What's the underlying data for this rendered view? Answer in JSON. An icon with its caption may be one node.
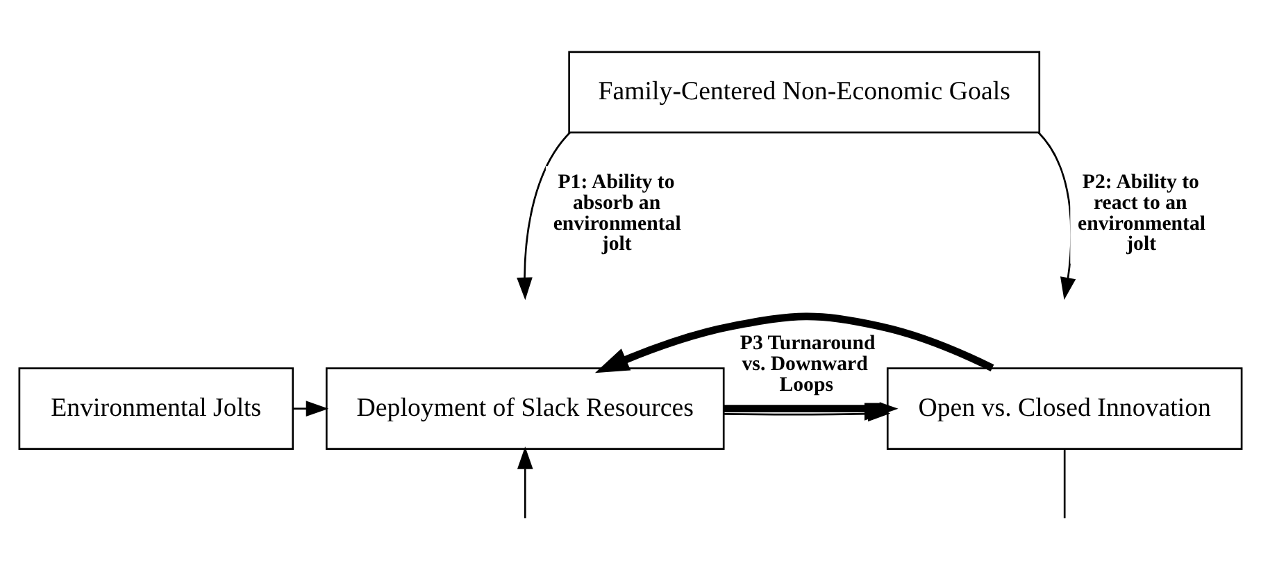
{
  "diagram": {
    "nodes": [
      {
        "text": [
          "Family-Centered Non-Economic Goals"
        ]
      },
      {
        "text": [
          "Environmental Jolts"
        ]
      },
      {
        "text": [
          "Deployment of Slack Resources"
        ]
      },
      {
        "text": [
          "Open vs. Closed Innovation"
        ]
      }
    ],
    "edges": [
      {
        "from": 1,
        "to": 2,
        "arrow": "to"
      },
      {
        "from": 0,
        "to": null,
        "arrow": "to",
        "label": "P1: Ability to absorb an environmental jolt"
      },
      {
        "from": 2,
        "to": 3,
        "arrow": "to"
      },
      {
        "from": 0,
        "to": null,
        "arrow": "to",
        "label": "P2: Ability to react to an environmental jolt"
      },
      {
        "from": 2,
        "to": 3,
        "arrow": "to",
        "style": "thick",
        "label": "P3 Turnaround vs. Downward Loops"
      },
      {
        "from": 3,
        "to": 2,
        "arrow": "to",
        "style": "thick"
      },
      {
        "from": null,
        "to": 2,
        "arrow": "to"
      },
      {
        "from": 3,
        "to": null,
        "arrow": "none"
      }
    ]
  }
}
